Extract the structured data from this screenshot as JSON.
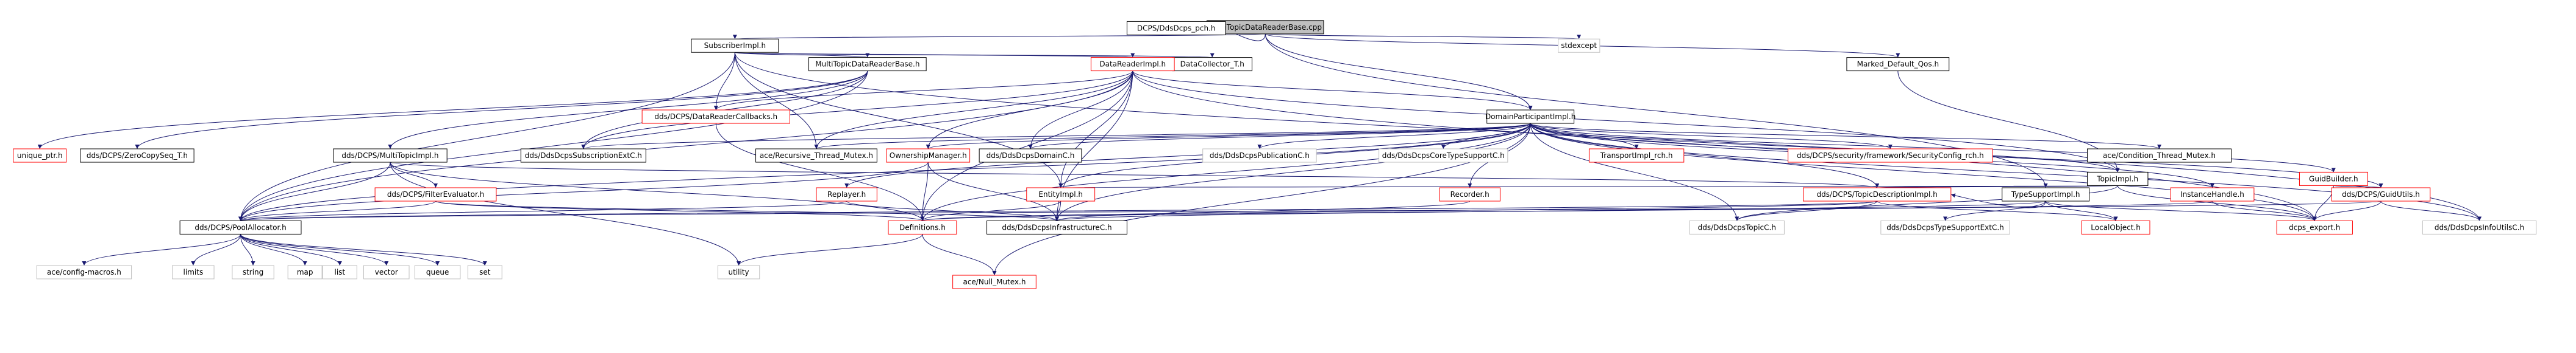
{
  "nodes": [
    {
      "id": "root",
      "label": "MultiTopicDataReaderBase.cpp",
      "style": "root"
    },
    {
      "id": "pch",
      "label": "DCPS/DdsDcps_pch.h",
      "style": "normal"
    },
    {
      "id": "subimpl",
      "label": "SubscriberImpl.h",
      "style": "normal"
    },
    {
      "id": "stdexcept",
      "label": "stdexcept",
      "style": "gray"
    },
    {
      "id": "mtdrb",
      "label": "MultiTopicDataReaderBase.h",
      "style": "normal"
    },
    {
      "id": "dctt",
      "label": "DataCollector_T.h",
      "style": "normal"
    },
    {
      "id": "drimpl",
      "label": "DataReaderImpl.h",
      "style": "red"
    },
    {
      "id": "mdq",
      "label": "Marked_Default_Qos.h",
      "style": "normal"
    },
    {
      "id": "drcb",
      "label": "dds/DCPS/DataReaderCallbacks.h",
      "style": "red"
    },
    {
      "id": "dpimpl",
      "label": "DomainParticipantImpl.h",
      "style": "normal"
    },
    {
      "id": "uptr",
      "label": "unique_ptr.h",
      "style": "red"
    },
    {
      "id": "zcs",
      "label": "dds/DCPS/ZeroCopySeq_T.h",
      "style": "normal"
    },
    {
      "id": "mtimpl",
      "label": "dds/DCPS/MultiTopicImpl.h",
      "style": "normal"
    },
    {
      "id": "subext",
      "label": "dds/DdsDcpsSubscriptionExtC.h",
      "style": "normal"
    },
    {
      "id": "recmutex",
      "label": "ace/Recursive_Thread_Mutex.h",
      "style": "normal"
    },
    {
      "id": "domainc",
      "label": "dds/DdsDcpsDomainC.h",
      "style": "normal"
    },
    {
      "id": "owner",
      "label": "OwnershipManager.h",
      "style": "red"
    },
    {
      "id": "pubc",
      "label": "dds/DdsDcpsPublicationC.h",
      "style": "gray"
    },
    {
      "id": "coretype",
      "label": "dds/DdsDcpsCoreTypeSupportC.h",
      "style": "gray"
    },
    {
      "id": "trimpl",
      "label": "TransportImpl_rch.h",
      "style": "red"
    },
    {
      "id": "seccfg",
      "label": "dds/DCPS/security/framework/SecurityConfig_rch.h",
      "style": "red"
    },
    {
      "id": "condmutex",
      "label": "ace/Condition_Thread_Mutex.h",
      "style": "normal"
    },
    {
      "id": "topicimpl",
      "label": "TopicImpl.h",
      "style": "normal"
    },
    {
      "id": "guidb",
      "label": "GuidBuilder.h",
      "style": "red"
    },
    {
      "id": "filter",
      "label": "dds/DCPS/FilterEvaluator.h",
      "style": "red"
    },
    {
      "id": "replayer",
      "label": "Replayer.h",
      "style": "red"
    },
    {
      "id": "entity",
      "label": "EntityImpl.h",
      "style": "red"
    },
    {
      "id": "recorder",
      "label": "Recorder.h",
      "style": "red"
    },
    {
      "id": "topicdesc",
      "label": "dds/DCPS/TopicDescriptionImpl.h",
      "style": "red"
    },
    {
      "id": "tsimpl",
      "label": "TypeSupportImpl.h",
      "style": "normal"
    },
    {
      "id": "inst",
      "label": "InstanceHandle.h",
      "style": "red"
    },
    {
      "id": "guidu",
      "label": "dds/DCPS/GuidUtils.h",
      "style": "red"
    },
    {
      "id": "pool",
      "label": "dds/DCPS/PoolAllocator.h",
      "style": "normal"
    },
    {
      "id": "defs",
      "label": "Definitions.h",
      "style": "red"
    },
    {
      "id": "infra",
      "label": "dds/DdsDcpsInfrastructureC.h",
      "style": "normal"
    },
    {
      "id": "topicc",
      "label": "dds/DdsDcpsTopicC.h",
      "style": "gray"
    },
    {
      "id": "tsext",
      "label": "dds/DdsDcpsTypeSupportExtC.h",
      "style": "gray"
    },
    {
      "id": "localobj",
      "label": "LocalObject.h",
      "style": "red"
    },
    {
      "id": "dcpsexp",
      "label": "dcps_export.h",
      "style": "red"
    },
    {
      "id": "infoutils",
      "label": "dds/DdsDcpsInfoUtilsC.h",
      "style": "gray"
    },
    {
      "id": "acecfg",
      "label": "ace/config-macros.h",
      "style": "gray"
    },
    {
      "id": "limits",
      "label": "limits",
      "style": "gray"
    },
    {
      "id": "string",
      "label": "string",
      "style": "gray"
    },
    {
      "id": "map",
      "label": "map",
      "style": "gray"
    },
    {
      "id": "list",
      "label": "list",
      "style": "gray"
    },
    {
      "id": "vector",
      "label": "vector",
      "style": "gray"
    },
    {
      "id": "queue",
      "label": "queue",
      "style": "gray"
    },
    {
      "id": "set",
      "label": "set",
      "style": "gray"
    },
    {
      "id": "utility",
      "label": "utility",
      "style": "gray"
    },
    {
      "id": "nullmutex",
      "label": "ace/Null_Mutex.h",
      "style": "red"
    }
  ],
  "edges": [
    [
      "root",
      "pch"
    ],
    [
      "root",
      "subimpl"
    ],
    [
      "root",
      "stdexcept"
    ],
    [
      "root",
      "mdq"
    ],
    [
      "root",
      "dpimpl"
    ],
    [
      "root",
      "tsimpl"
    ],
    [
      "subimpl",
      "mtdrb"
    ],
    [
      "subimpl",
      "dctt"
    ],
    [
      "subimpl",
      "drimpl"
    ],
    [
      "subimpl",
      "drcb"
    ],
    [
      "subimpl",
      "recmutex"
    ],
    [
      "subimpl",
      "pool"
    ],
    [
      "subimpl",
      "infoutils"
    ],
    [
      "subimpl",
      "entity"
    ],
    [
      "mtdrb",
      "uptr"
    ],
    [
      "mtdrb",
      "zcs"
    ],
    [
      "mtdrb",
      "mtimpl"
    ],
    [
      "mtdrb",
      "subext"
    ],
    [
      "mtdrb",
      "pool"
    ],
    [
      "drimpl",
      "drcb"
    ],
    [
      "drimpl",
      "dpimpl"
    ],
    [
      "drimpl",
      "domainc"
    ],
    [
      "drimpl",
      "owner"
    ],
    [
      "drimpl",
      "subext"
    ],
    [
      "drimpl",
      "recmutex"
    ],
    [
      "drimpl",
      "topicimpl"
    ],
    [
      "drimpl",
      "entity"
    ],
    [
      "drimpl",
      "defs"
    ],
    [
      "drimpl",
      "infra"
    ],
    [
      "drimpl",
      "pool"
    ],
    [
      "drimpl",
      "dcpsexp"
    ],
    [
      "mdq",
      "topicimpl"
    ],
    [
      "drcb",
      "defs"
    ],
    [
      "dpimpl",
      "subext"
    ],
    [
      "dpimpl",
      "recmutex"
    ],
    [
      "dpimpl",
      "domainc"
    ],
    [
      "dpimpl",
      "owner"
    ],
    [
      "dpimpl",
      "pubc"
    ],
    [
      "dpimpl",
      "coretype"
    ],
    [
      "dpimpl",
      "trimpl"
    ],
    [
      "dpimpl",
      "seccfg"
    ],
    [
      "dpimpl",
      "condmutex"
    ],
    [
      "dpimpl",
      "topicimpl"
    ],
    [
      "dpimpl",
      "guidb"
    ],
    [
      "dpimpl",
      "replayer"
    ],
    [
      "dpimpl",
      "entity"
    ],
    [
      "dpimpl",
      "recorder"
    ],
    [
      "dpimpl",
      "topicdesc"
    ],
    [
      "dpimpl",
      "inst"
    ],
    [
      "dpimpl",
      "guidu"
    ],
    [
      "dpimpl",
      "pool"
    ],
    [
      "dpimpl",
      "defs"
    ],
    [
      "dpimpl",
      "infra"
    ],
    [
      "dpimpl",
      "topicc"
    ],
    [
      "dpimpl",
      "dcpsexp"
    ],
    [
      "dpimpl",
      "infoutils"
    ],
    [
      "dpimpl",
      "nullmutex"
    ],
    [
      "mtimpl",
      "filter"
    ],
    [
      "mtimpl",
      "topicdesc"
    ],
    [
      "mtimpl",
      "pool"
    ],
    [
      "mtimpl",
      "utility"
    ],
    [
      "mtimpl",
      "defs"
    ],
    [
      "owner",
      "pool"
    ],
    [
      "owner",
      "defs"
    ],
    [
      "owner",
      "infra"
    ],
    [
      "topicimpl",
      "topicdesc"
    ],
    [
      "topicimpl",
      "entity"
    ],
    [
      "topicimpl",
      "topicc"
    ],
    [
      "topicimpl",
      "dcpsexp"
    ],
    [
      "guidb",
      "guidu"
    ],
    [
      "guidb",
      "dcpsexp"
    ],
    [
      "filter",
      "pool"
    ],
    [
      "filter",
      "infra"
    ],
    [
      "filter",
      "defs"
    ],
    [
      "replayer",
      "pool"
    ],
    [
      "replayer",
      "infra"
    ],
    [
      "entity",
      "defs"
    ],
    [
      "entity",
      "infra"
    ],
    [
      "recorder",
      "infra"
    ],
    [
      "topicdesc",
      "topicc"
    ],
    [
      "topicdesc",
      "localobj"
    ],
    [
      "topicdesc",
      "defs"
    ],
    [
      "topicdesc",
      "pool"
    ],
    [
      "tsimpl",
      "topicdesc"
    ],
    [
      "tsimpl",
      "tsext"
    ],
    [
      "tsimpl",
      "localobj"
    ],
    [
      "tsimpl",
      "dcpsexp"
    ],
    [
      "tsimpl",
      "infra"
    ],
    [
      "inst",
      "dcpsexp"
    ],
    [
      "inst",
      "defs"
    ],
    [
      "guidu",
      "dcpsexp"
    ],
    [
      "guidu",
      "infoutils"
    ],
    [
      "guidu",
      "pool"
    ],
    [
      "pool",
      "acecfg"
    ],
    [
      "pool",
      "limits"
    ],
    [
      "pool",
      "string"
    ],
    [
      "pool",
      "map"
    ],
    [
      "pool",
      "list"
    ],
    [
      "pool",
      "vector"
    ],
    [
      "pool",
      "queue"
    ],
    [
      "pool",
      "set"
    ],
    [
      "defs",
      "utility"
    ],
    [
      "defs",
      "nullmutex"
    ]
  ],
  "colors": {
    "edge": "#191970",
    "red_border": "#ff0000",
    "gray_border": "#bfbfbf",
    "normal_border": "#000000",
    "root_fill": "#bfbfbf",
    "text": "#000000"
  }
}
